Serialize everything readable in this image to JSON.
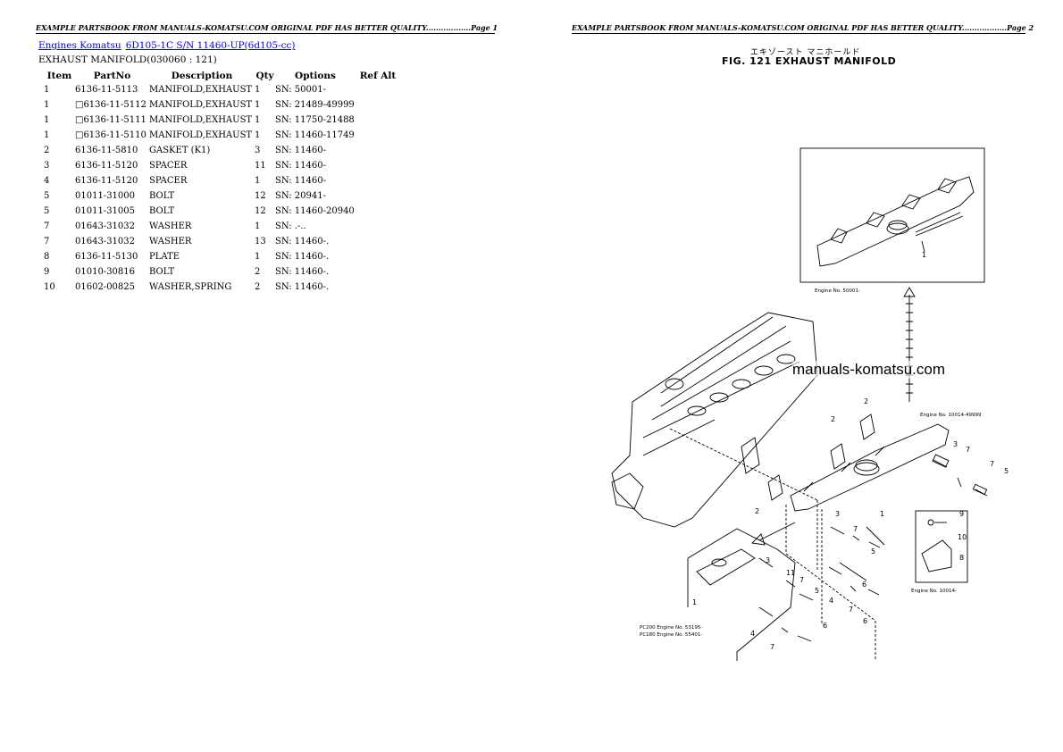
{
  "header": {
    "page1": "EXAMPLE PARTSBOOK FROM MANUALS-KOMATSU.COM ORIGINAL PDF HAS BETTER QUALITY..................Page 1",
    "page2": "EXAMPLE PARTSBOOK FROM MANUALS-KOMATSU.COM ORIGINAL PDF HAS BETTER QUALITY..................Page 2"
  },
  "breadcrumb": {
    "link1": "Engines Komatsu",
    "link2": "6D105-1C S/N 11460-UP(6d105-cc)"
  },
  "section_title": "EXHAUST MANIFOLD(030060 : 121)",
  "table": {
    "headers": [
      "Item",
      "PartNo",
      "Description",
      "Qty",
      "Options",
      "Ref Alt"
    ],
    "rows": [
      [
        "1",
        "6136-11-5113",
        "MANIFOLD,EXHAUST",
        "1",
        "SN: 50001-",
        ""
      ],
      [
        "1",
        "□6136-11-5112",
        "MANIFOLD,EXHAUST",
        "1",
        "SN: 21489-49999",
        ""
      ],
      [
        "1",
        "□6136-11-5111",
        "MANIFOLD,EXHAUST",
        "1",
        "SN: 11750-21488",
        ""
      ],
      [
        "1",
        "□6136-11-5110",
        "MANIFOLD,EXHAUST",
        "1",
        "SN: 11460-11749",
        ""
      ],
      [
        "2",
        "6136-11-5810",
        "GASKET (K1)",
        "3",
        "SN: 11460-",
        ""
      ],
      [
        "3",
        "6136-11-5120",
        "SPACER",
        "11",
        "SN: 11460-",
        ""
      ],
      [
        "4",
        "6136-11-5120",
        "SPACER",
        "1",
        "SN: 11460-",
        ""
      ],
      [
        "5",
        "01011-31000",
        "BOLT",
        "12",
        "SN: 20941-",
        ""
      ],
      [
        "5",
        "01011-31005",
        "BOLT",
        "12",
        "SN: 11460-20940",
        ""
      ],
      [
        "7",
        "01643-31032",
        "WASHER",
        "1",
        "SN: .-..",
        ""
      ],
      [
        "7",
        "01643-31032",
        "WASHER",
        "13",
        "SN: 11460-.",
        ""
      ],
      [
        "8",
        "6136-11-5130",
        "PLATE",
        "1",
        "SN: 11460-.",
        ""
      ],
      [
        "9",
        "01010-30816",
        "BOLT",
        "2",
        "SN: 11460-.",
        ""
      ],
      [
        "10",
        "01602-00825",
        "WASHER,SPRING",
        "2",
        "SN: 11460-.",
        ""
      ]
    ]
  },
  "figure": {
    "jp_title": "エキゾースト マニホールド",
    "title": "FIG. 121  EXHAUST MANIFOLD",
    "watermark": "manuals-komatsu.com",
    "labels": {
      "eng1": "Engine No. 50001-",
      "eng2": "Engine No. 10014-49999",
      "eng3": "Engine No. 10014-",
      "eng4a": "PC200 Engine No. 53195-",
      "eng4b": "PC180 Engine No. 55401-"
    },
    "callouts": [
      "1",
      "2",
      "2",
      "2",
      "3",
      "7",
      "7",
      "5",
      "3",
      "7",
      "5",
      "9",
      "10",
      "8",
      "3",
      "11",
      "7",
      "5",
      "1",
      "4",
      "7",
      "6",
      "6",
      "4",
      "7",
      "6",
      "1"
    ]
  }
}
